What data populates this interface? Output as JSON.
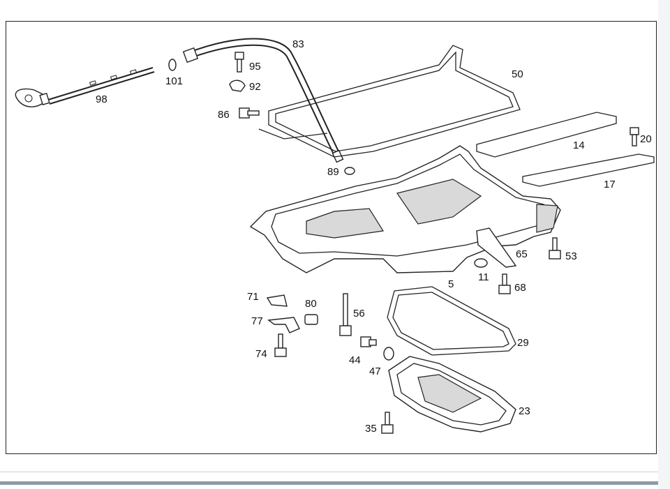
{
  "diagram": {
    "part_numbers": [
      "98",
      "101",
      "83",
      "95",
      "92",
      "50",
      "86",
      "89",
      "14",
      "20",
      "17",
      "65",
      "53",
      "11",
      "68",
      "5",
      "71",
      "80",
      "77",
      "56",
      "29",
      "74",
      "44",
      "47",
      "23",
      "35"
    ]
  }
}
